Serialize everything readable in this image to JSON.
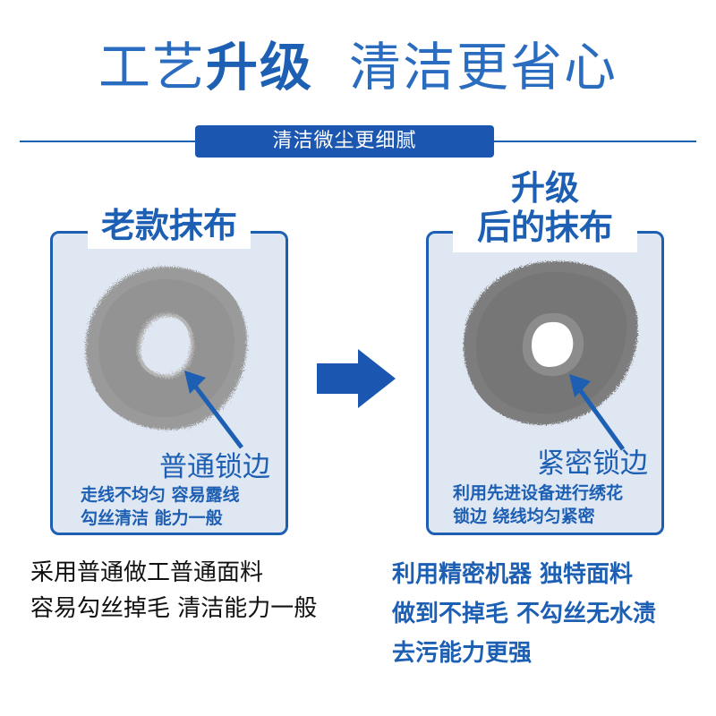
{
  "headline": {
    "part1": "工艺",
    "part2": "升级",
    "part3": "清洁更省心"
  },
  "banner": "清洁微尘更细腻",
  "left": {
    "title": "老款抹布",
    "edge_label": "普通锁边",
    "sub1": "走线不均匀 容易露线",
    "sub2": "勾丝清洁 能力一般",
    "desc1": "采用普通做工普通面料",
    "desc2": "容易勾丝掉毛 清洁能力一般"
  },
  "right": {
    "title1": "升级",
    "title2": "后的抹布",
    "edge_label": "紧密锁边",
    "sub1": "利用先进设备进行绣花",
    "sub2": "锁边 绕线均匀紧密",
    "desc1": "利用精密机器 独特面料",
    "desc2": "做到不掉毛 不勾丝无水渍",
    "desc3": "去污能力更强"
  },
  "colors": {
    "brand_blue": "#1d5fb3",
    "panel_bg": "#dfe7f3",
    "mop_gray": "#8a8a8a"
  },
  "icons": [
    "right-arrow-icon",
    "pointer-arrow-icon"
  ]
}
